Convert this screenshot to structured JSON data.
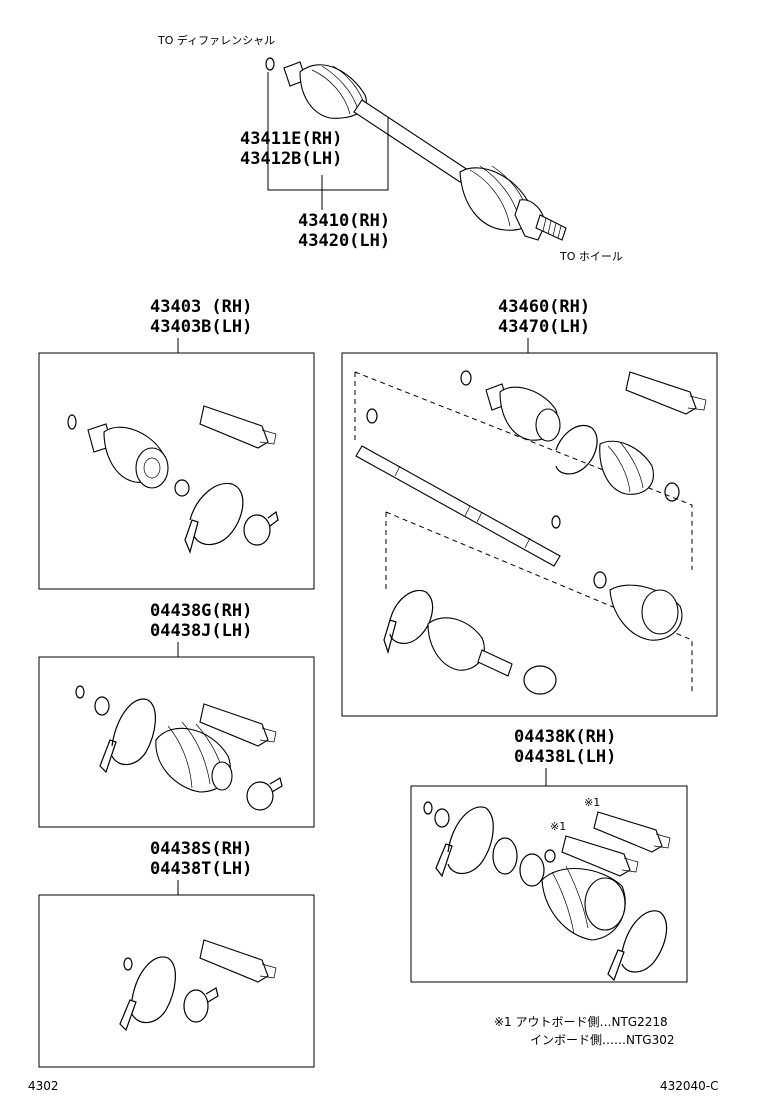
{
  "top_assembly": {
    "label_to_diff": "TO ディファレンシャル",
    "label_to_wheel": "TO ホイール",
    "pn_shaft_rh": "43411E(RH)",
    "pn_shaft_lh": "43412B(LH)",
    "pn_assy_rh": "43410(RH)",
    "pn_assy_lh": "43420(LH)"
  },
  "kit_inboard_joint": {
    "pn_rh": "43403 (RH)",
    "pn_lh": "43403B(LH)"
  },
  "kit_shaft_assembly": {
    "pn_rh": "43460(RH)",
    "pn_lh": "43470(LH)"
  },
  "kit_boot_inboard": {
    "pn_rh": "04438G(RH)",
    "pn_lh": "04438J(LH)"
  },
  "kit_boot_outboard": {
    "pn_rh": "04438K(RH)",
    "pn_lh": "04438L(LH)",
    "mark_1": "※1",
    "mark_2": "※1"
  },
  "kit_clamp": {
    "pn_rh": "04438S(RH)",
    "pn_lh": "04438T(LH)"
  },
  "grease_note": {
    "line1": "※1 アウトボード側…NTG2218",
    "line2": "インボード側……NTG302"
  },
  "footer": {
    "page_left": "4302",
    "page_right": "432040-C"
  }
}
